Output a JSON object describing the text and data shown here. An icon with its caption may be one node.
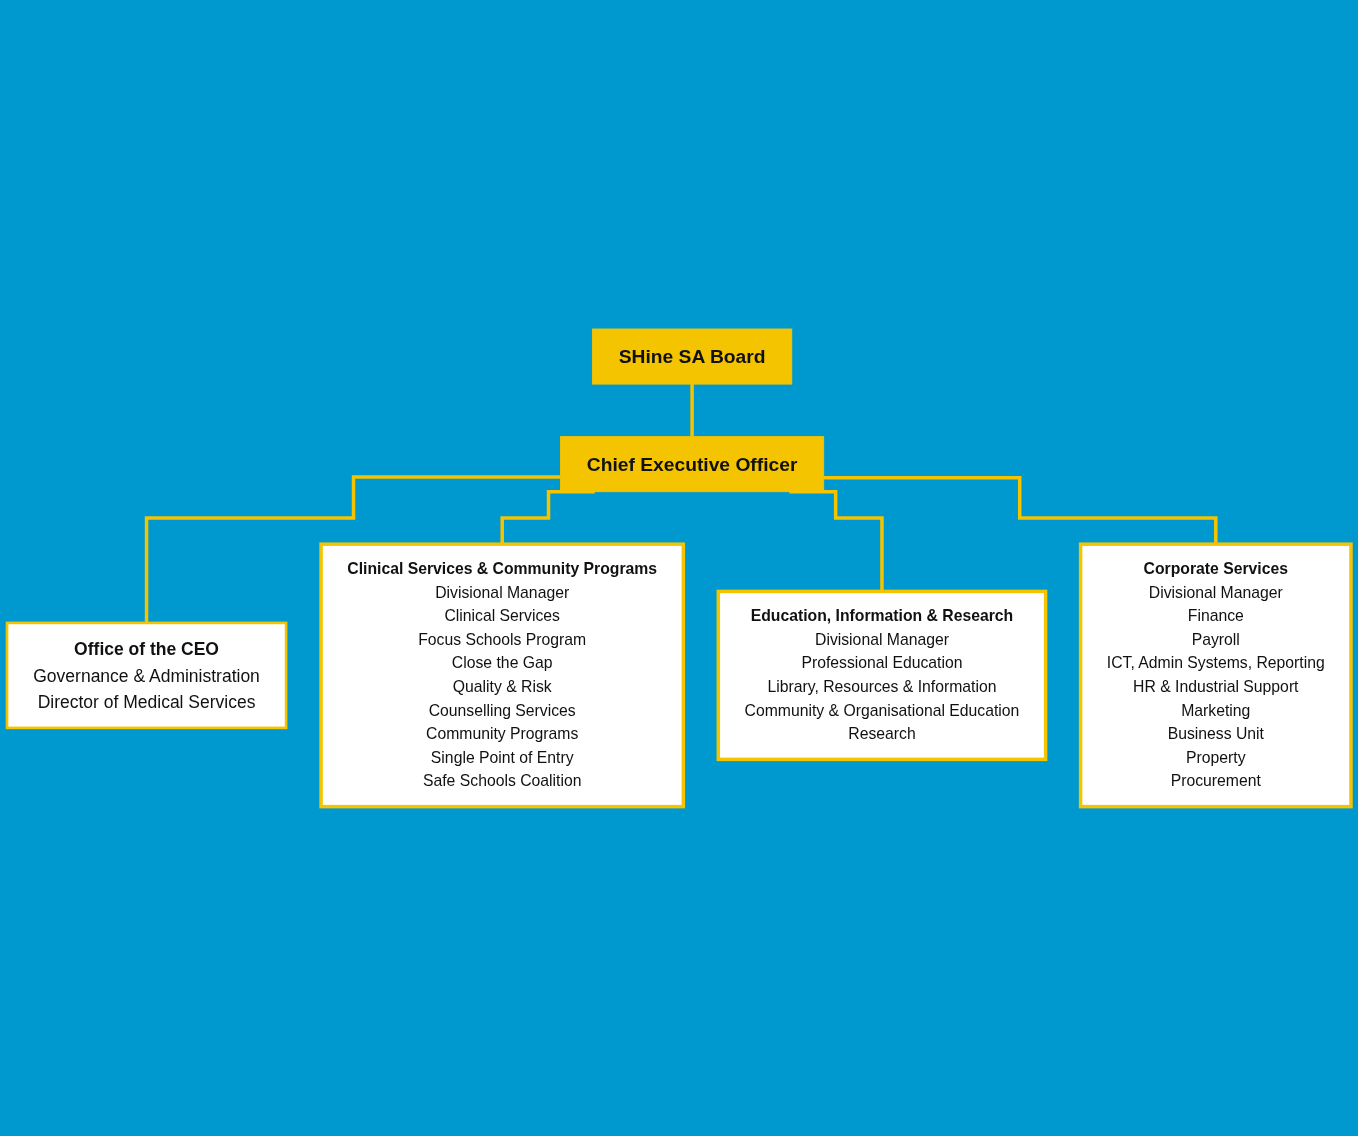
{
  "diagram": {
    "nodes": [
      {
        "text": [
          "SHine SA Board"
        ]
      },
      {
        "text": [
          "Chief Executive Officer"
        ]
      },
      {
        "text": [
          "Office of the CEO",
          "Governance & Administration",
          "Director of Medical Services"
        ]
      },
      {
        "text": [
          "Clinical Services & Community Programs",
          "Divisional Manager",
          "Clinical Services",
          "Focus Schools Program",
          "Close the Gap",
          "Quality & Risk",
          "Counselling Services",
          "Community Programs",
          "Single Point of Entry",
          "Safe Schools Coalition"
        ]
      },
      {
        "text": [
          "Education, Information & Research",
          "Divisional Manager",
          "Professional Education",
          "Library, Resources & Information",
          "Community & Organisational Education",
          "Research"
        ]
      },
      {
        "text": [
          "Corporate Services",
          "Divisional Manager",
          "Finance",
          "Payroll",
          "ICT, Admin Systems, Reporting",
          "HR & Industrial Support",
          "Marketing",
          "Business Unit",
          "Property",
          "Procurement"
        ]
      }
    ],
    "edges": [
      {
        "from": 0,
        "to": 1,
        "arrow": "none"
      },
      {
        "from": 1,
        "to": 2,
        "arrow": "none"
      },
      {
        "from": 1,
        "to": 3,
        "arrow": "none"
      },
      {
        "from": 1,
        "to": 4,
        "arrow": "none"
      },
      {
        "from": 1,
        "to": 5,
        "arrow": "none"
      }
    ]
  }
}
